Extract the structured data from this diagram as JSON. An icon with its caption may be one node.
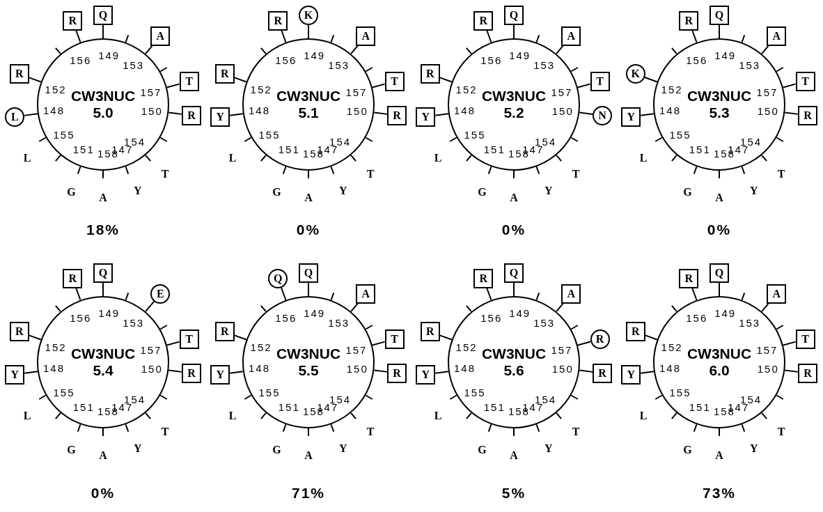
{
  "diagram": {
    "nodes": [
      {
        "text": [
          "CW3NUC",
          "5.0"
        ]
      },
      {
        "text": [
          "R"
        ]
      },
      {
        "text": [
          "Q"
        ]
      },
      {
        "text": [
          "A"
        ]
      },
      {
        "text": [
          "R"
        ]
      },
      {
        "text": [
          "T"
        ]
      },
      {
        "text": [
          "R"
        ]
      },
      {
        "text": [
          "L"
        ]
      },
      {
        "text": [
          "CW3NUC",
          "5.1"
        ]
      },
      {
        "text": [
          "R"
        ]
      },
      {
        "text": [
          "K"
        ]
      },
      {
        "text": [
          "A"
        ]
      },
      {
        "text": [
          "R"
        ]
      },
      {
        "text": [
          "T"
        ]
      },
      {
        "text": [
          "R"
        ]
      },
      {
        "text": [
          "Y"
        ]
      },
      {
        "text": [
          "CW3NUC",
          "5.2"
        ]
      },
      {
        "text": [
          "R"
        ]
      },
      {
        "text": [
          "Q"
        ]
      },
      {
        "text": [
          "A"
        ]
      },
      {
        "text": [
          "R"
        ]
      },
      {
        "text": [
          "T"
        ]
      },
      {
        "text": [
          "N"
        ]
      },
      {
        "text": [
          "Y"
        ]
      },
      {
        "text": [
          "CW3NUC",
          "5.3"
        ]
      },
      {
        "text": [
          "R"
        ]
      },
      {
        "text": [
          "Q"
        ]
      },
      {
        "text": [
          "A"
        ]
      },
      {
        "text": [
          "K"
        ]
      },
      {
        "text": [
          "T"
        ]
      },
      {
        "text": [
          "R"
        ]
      },
      {
        "text": [
          "Y"
        ]
      },
      {
        "text": [
          "CW3NUC",
          "5.4"
        ]
      },
      {
        "text": [
          "R"
        ]
      },
      {
        "text": [
          "Q"
        ]
      },
      {
        "text": [
          "E"
        ]
      },
      {
        "text": [
          "R"
        ]
      },
      {
        "text": [
          "T"
        ]
      },
      {
        "text": [
          "R"
        ]
      },
      {
        "text": [
          "Y"
        ]
      },
      {
        "text": [
          "CW3NUC",
          "5.5"
        ]
      },
      {
        "text": [
          "Q"
        ]
      },
      {
        "text": [
          "Q"
        ]
      },
      {
        "text": [
          "A"
        ]
      },
      {
        "text": [
          "R"
        ]
      },
      {
        "text": [
          "T"
        ]
      },
      {
        "text": [
          "R"
        ]
      },
      {
        "text": [
          "Y"
        ]
      },
      {
        "text": [
          "CW3NUC",
          "5.6"
        ]
      },
      {
        "text": [
          "R"
        ]
      },
      {
        "text": [
          "Q"
        ]
      },
      {
        "text": [
          "A"
        ]
      },
      {
        "text": [
          "R"
        ]
      },
      {
        "text": [
          "R"
        ]
      },
      {
        "text": [
          "R"
        ]
      },
      {
        "text": [
          "Y"
        ]
      },
      {
        "text": [
          "CW3NUC",
          "6.0"
        ]
      },
      {
        "text": [
          "R"
        ]
      },
      {
        "text": [
          "Q"
        ]
      },
      {
        "text": [
          "A"
        ]
      },
      {
        "text": [
          "R"
        ]
      },
      {
        "text": [
          "T"
        ]
      },
      {
        "text": [
          "R"
        ]
      },
      {
        "text": [
          "Y"
        ]
      }
    ],
    "edges": [
      {
        "from": 1,
        "to": 0,
        "arrow": "none"
      },
      {
        "from": 2,
        "to": 0,
        "arrow": "none"
      },
      {
        "from": 3,
        "to": 0,
        "arrow": "none"
      },
      {
        "from": 4,
        "to": 0,
        "arrow": "none"
      },
      {
        "from": 5,
        "to": 0,
        "arrow": "none"
      },
      {
        "from": 6,
        "to": 0,
        "arrow": "none"
      },
      {
        "from": 7,
        "to": 0,
        "arrow": "none"
      },
      {
        "from": 9,
        "to": 8,
        "arrow": "none"
      },
      {
        "from": 10,
        "to": 8,
        "arrow": "none"
      },
      {
        "from": 11,
        "to": 8,
        "arrow": "none"
      },
      {
        "from": 12,
        "to": 8,
        "arrow": "none"
      },
      {
        "from": 13,
        "to": 8,
        "arrow": "none"
      },
      {
        "from": 14,
        "to": 8,
        "arrow": "none"
      },
      {
        "from": 15,
        "to": 8,
        "arrow": "none"
      },
      {
        "from": 17,
        "to": 16,
        "arrow": "none"
      },
      {
        "from": 18,
        "to": 16,
        "arrow": "none"
      },
      {
        "from": 19,
        "to": 16,
        "arrow": "none"
      },
      {
        "from": 20,
        "to": 16,
        "arrow": "none"
      },
      {
        "from": 21,
        "to": 16,
        "arrow": "none"
      },
      {
        "from": 22,
        "to": 16,
        "arrow": "none"
      },
      {
        "from": 23,
        "to": 16,
        "arrow": "none"
      },
      {
        "from": 25,
        "to": 24,
        "arrow": "none"
      },
      {
        "from": 26,
        "to": 24,
        "arrow": "none"
      },
      {
        "from": 27,
        "to": 24,
        "arrow": "none"
      },
      {
        "from": 28,
        "to": 24,
        "arrow": "none"
      },
      {
        "from": 29,
        "to": 24,
        "arrow": "none"
      },
      {
        "from": 30,
        "to": 24,
        "arrow": "none"
      },
      {
        "from": 31,
        "to": 24,
        "arrow": "none"
      },
      {
        "from": 33,
        "to": 32,
        "arrow": "none"
      },
      {
        "from": 34,
        "to": 32,
        "arrow": "none"
      },
      {
        "from": 35,
        "to": 32,
        "arrow": "none"
      },
      {
        "from": 36,
        "to": 32,
        "arrow": "none"
      },
      {
        "from": 37,
        "to": 32,
        "arrow": "none"
      },
      {
        "from": 38,
        "to": 32,
        "arrow": "none"
      },
      {
        "from": 39,
        "to": 32,
        "arrow": "none"
      },
      {
        "from": 41,
        "to": 40,
        "arrow": "none"
      },
      {
        "from": 42,
        "to": 40,
        "arrow": "none"
      },
      {
        "from": 43,
        "to": 40,
        "arrow": "none"
      },
      {
        "from": 44,
        "to": 40,
        "arrow": "none"
      },
      {
        "from": 45,
        "to": 40,
        "arrow": "none"
      },
      {
        "from": 46,
        "to": 40,
        "arrow": "none"
      },
      {
        "from": 47,
        "to": 40,
        "arrow": "none"
      },
      {
        "from": 49,
        "to": 48,
        "arrow": "none"
      },
      {
        "from": 50,
        "to": 48,
        "arrow": "none"
      },
      {
        "from": 51,
        "to": 48,
        "arrow": "none"
      },
      {
        "from": 52,
        "to": 48,
        "arrow": "none"
      },
      {
        "from": 53,
        "to": 48,
        "arrow": "none"
      },
      {
        "from": 54,
        "to": 48,
        "arrow": "none"
      },
      {
        "from": 55,
        "to": 48,
        "arrow": "none"
      },
      {
        "from": 57,
        "to": 56,
        "arrow": "none"
      },
      {
        "from": 58,
        "to": 56,
        "arrow": "none"
      },
      {
        "from": 59,
        "to": 56,
        "arrow": "none"
      },
      {
        "from": 60,
        "to": 56,
        "arrow": "none"
      },
      {
        "from": 61,
        "to": 56,
        "arrow": "none"
      },
      {
        "from": 62,
        "to": 56,
        "arrow": "none"
      },
      {
        "from": 63,
        "to": 56,
        "arrow": "none"
      }
    ],
    "labels": [
      "156",
      "149",
      "153",
      "152",
      "157",
      "150",
      "148",
      "155",
      "154",
      "147",
      "151",
      "158",
      "L",
      "T",
      "Y",
      "G",
      "A",
      "18%",
      "156",
      "149",
      "153",
      "152",
      "157",
      "150",
      "148",
      "155",
      "154",
      "147",
      "151",
      "158",
      "L",
      "T",
      "Y",
      "G",
      "A",
      "0%",
      "156",
      "149",
      "153",
      "152",
      "157",
      "150",
      "148",
      "155",
      "154",
      "147",
      "151",
      "158",
      "L",
      "T",
      "Y",
      "G",
      "A",
      "0%",
      "156",
      "149",
      "153",
      "152",
      "157",
      "150",
      "148",
      "155",
      "154",
      "147",
      "151",
      "158",
      "L",
      "T",
      "Y",
      "G",
      "A",
      "0%",
      "156",
      "149",
      "153",
      "152",
      "157",
      "150",
      "148",
      "155",
      "154",
      "147",
      "151",
      "158",
      "L",
      "T",
      "Y",
      "G",
      "A",
      "0%",
      "156",
      "149",
      "153",
      "152",
      "157",
      "150",
      "148",
      "155",
      "154",
      "147",
      "151",
      "158",
      "L",
      "T",
      "Y",
      "G",
      "A",
      "71%",
      "156",
      "149",
      "153",
      "152",
      "157",
      "150",
      "148",
      "155",
      "154",
      "147",
      "151",
      "158",
      "L",
      "T",
      "Y",
      "G",
      "A",
      "5%",
      "156",
      "149",
      "153",
      "152",
      "157",
      "150",
      "148",
      "155",
      "154",
      "147",
      "151",
      "158",
      "L",
      "T",
      "Y",
      "G",
      "A",
      "73%"
    ]
  }
}
